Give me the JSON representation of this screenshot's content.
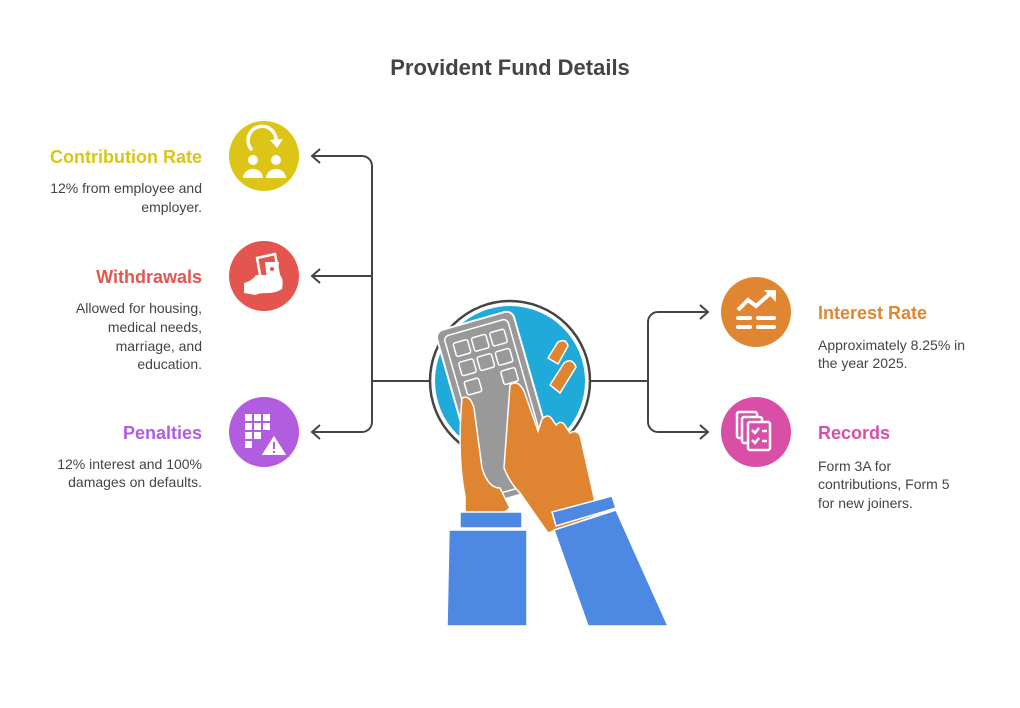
{
  "title": "Provident Fund Details",
  "colors": {
    "contribution": "#dcc517",
    "withdrawals": "#e5554f",
    "penalties": "#b25ce0",
    "interest": "#e08531",
    "records": "#d94fa8",
    "circle": "#1faad9",
    "hand": "#df8430",
    "sleeve": "#4d88e3",
    "calculator": "#999999"
  },
  "items": {
    "contribution": {
      "heading": "Contribution Rate",
      "icon": "people-exchange-icon",
      "lines": [
        "12% from employee and",
        "employer."
      ]
    },
    "withdrawals": {
      "heading": "Withdrawals",
      "icon": "hand-holding-money-icon",
      "lines": [
        "Allowed for housing,",
        "medical needs,",
        "marriage, and",
        "education."
      ]
    },
    "penalties": {
      "heading": "Penalties",
      "icon": "grid-warning-icon",
      "lines": [
        "12% interest and 100%",
        "damages on defaults."
      ]
    },
    "interest": {
      "heading": "Interest Rate",
      "icon": "trend-up-icon",
      "lines": [
        "Approximately 8.25% in",
        "the year 2025."
      ]
    },
    "records": {
      "heading": "Records",
      "icon": "documents-checklist-icon",
      "lines": [
        "Form 3A for",
        "contributions, Form 5",
        "for new joiners."
      ]
    }
  }
}
